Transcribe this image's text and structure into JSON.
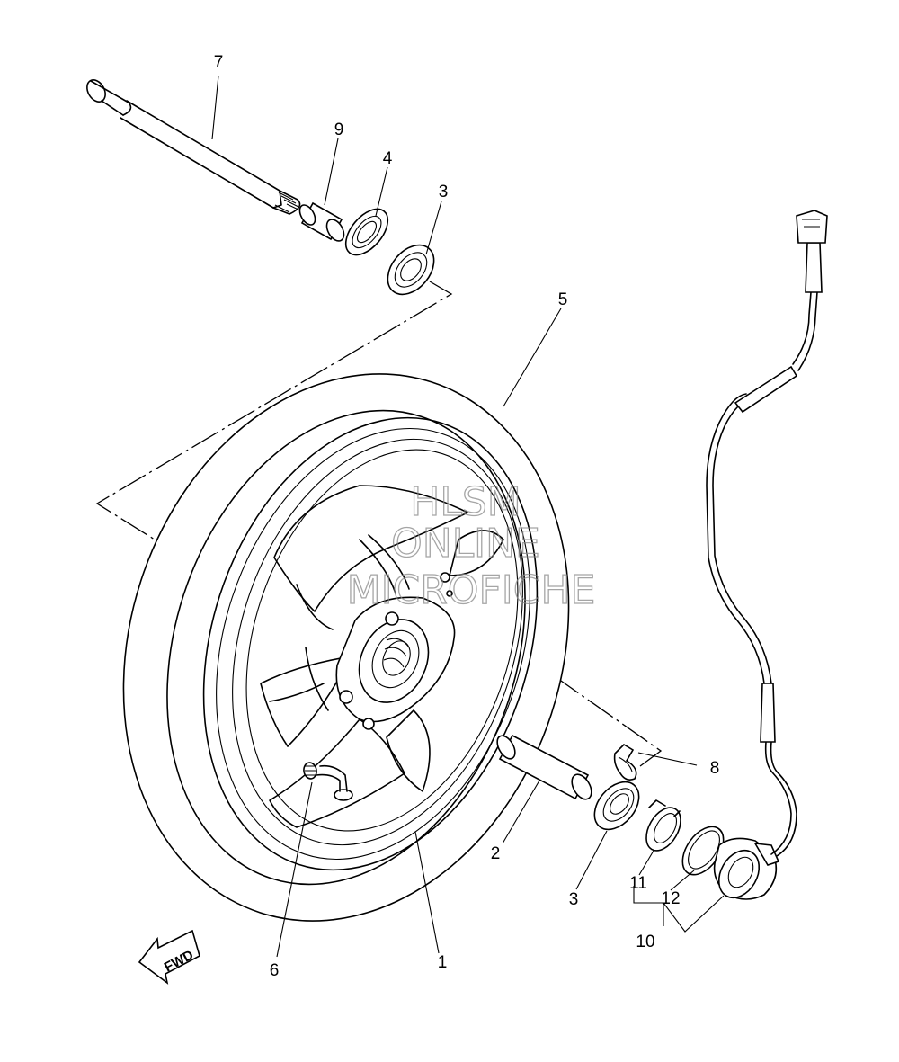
{
  "diagram": {
    "callouts": [
      {
        "id": "c1",
        "text": "1"
      },
      {
        "id": "c2",
        "text": "2"
      },
      {
        "id": "c3a",
        "text": "3"
      },
      {
        "id": "c3b",
        "text": "3"
      },
      {
        "id": "c4",
        "text": "4"
      },
      {
        "id": "c5",
        "text": "5"
      },
      {
        "id": "c6",
        "text": "6"
      },
      {
        "id": "c7",
        "text": "7"
      },
      {
        "id": "c8",
        "text": "8"
      },
      {
        "id": "c9",
        "text": "9"
      },
      {
        "id": "c10",
        "text": "10"
      },
      {
        "id": "c11",
        "text": "11"
      },
      {
        "id": "c12",
        "text": "12"
      }
    ],
    "direction_marker": "FWD",
    "watermark": [
      "HLSM",
      "ONLINE",
      "MICROFICHE"
    ]
  }
}
